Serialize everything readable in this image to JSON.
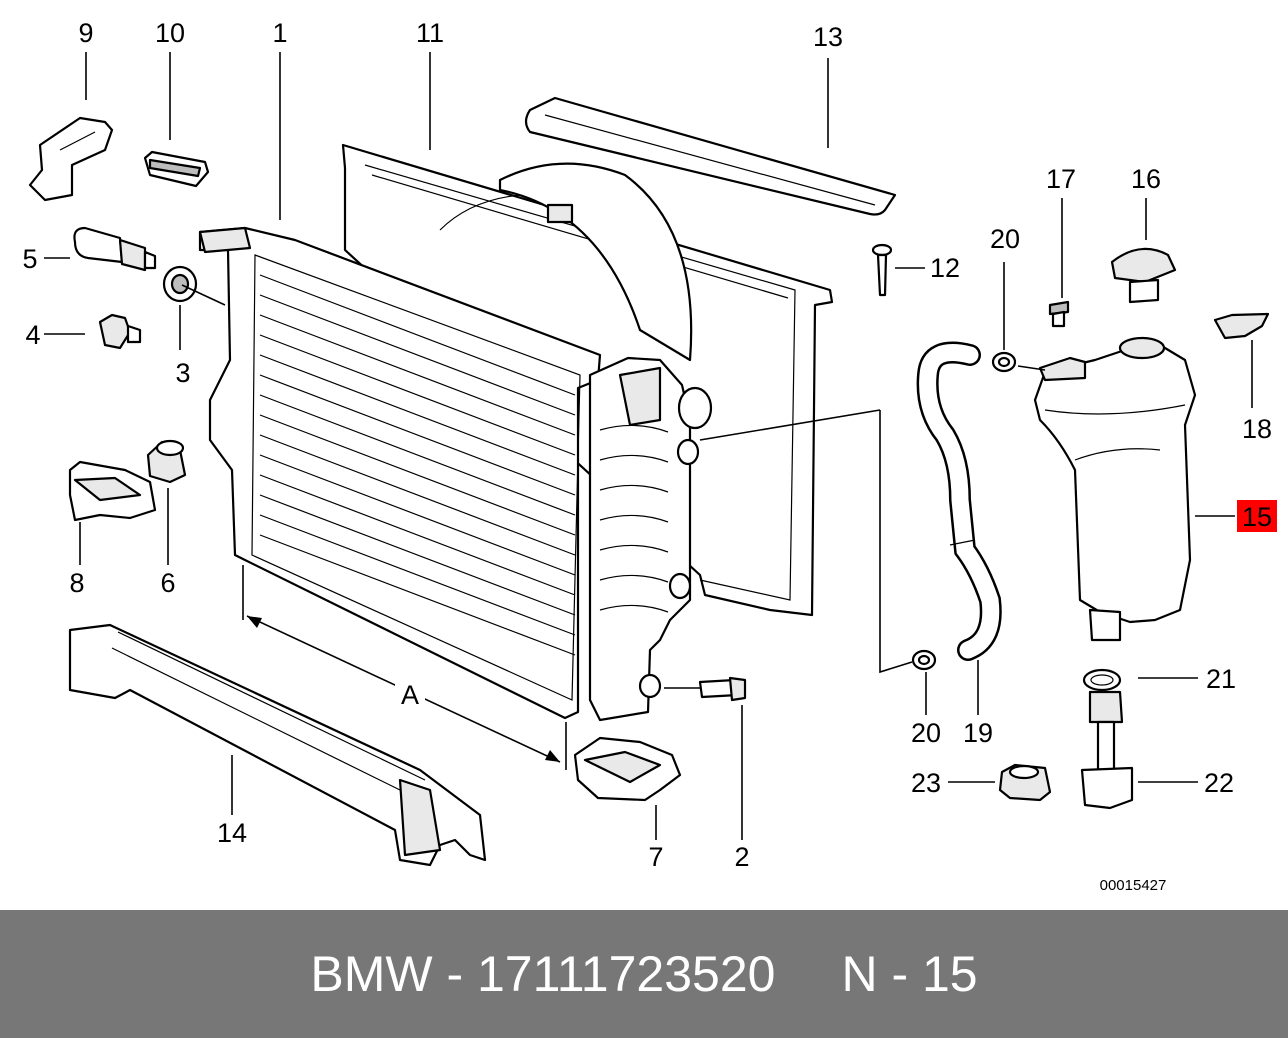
{
  "diagram": {
    "labels": {
      "l1": "1",
      "l2": "2",
      "l3": "3",
      "l4": "4",
      "l5": "5",
      "l6": "6",
      "l7": "7",
      "l8": "8",
      "l9": "9",
      "l10": "10",
      "l11": "11",
      "l12": "12",
      "l13": "13",
      "l14": "14",
      "l15": "15",
      "l16": "16",
      "l17": "17",
      "l18": "18",
      "l19": "19",
      "l20a": "20",
      "l20b": "20",
      "l21": "21",
      "l22": "22",
      "l23": "23",
      "dimA": "A"
    },
    "highlighted_part": "15",
    "highlight_color": "#ff0000",
    "reference_number": "00015427"
  },
  "footer": {
    "part_ref": "BMW - 17111723520",
    "position_ref": "N - 15",
    "background": "#777777"
  }
}
